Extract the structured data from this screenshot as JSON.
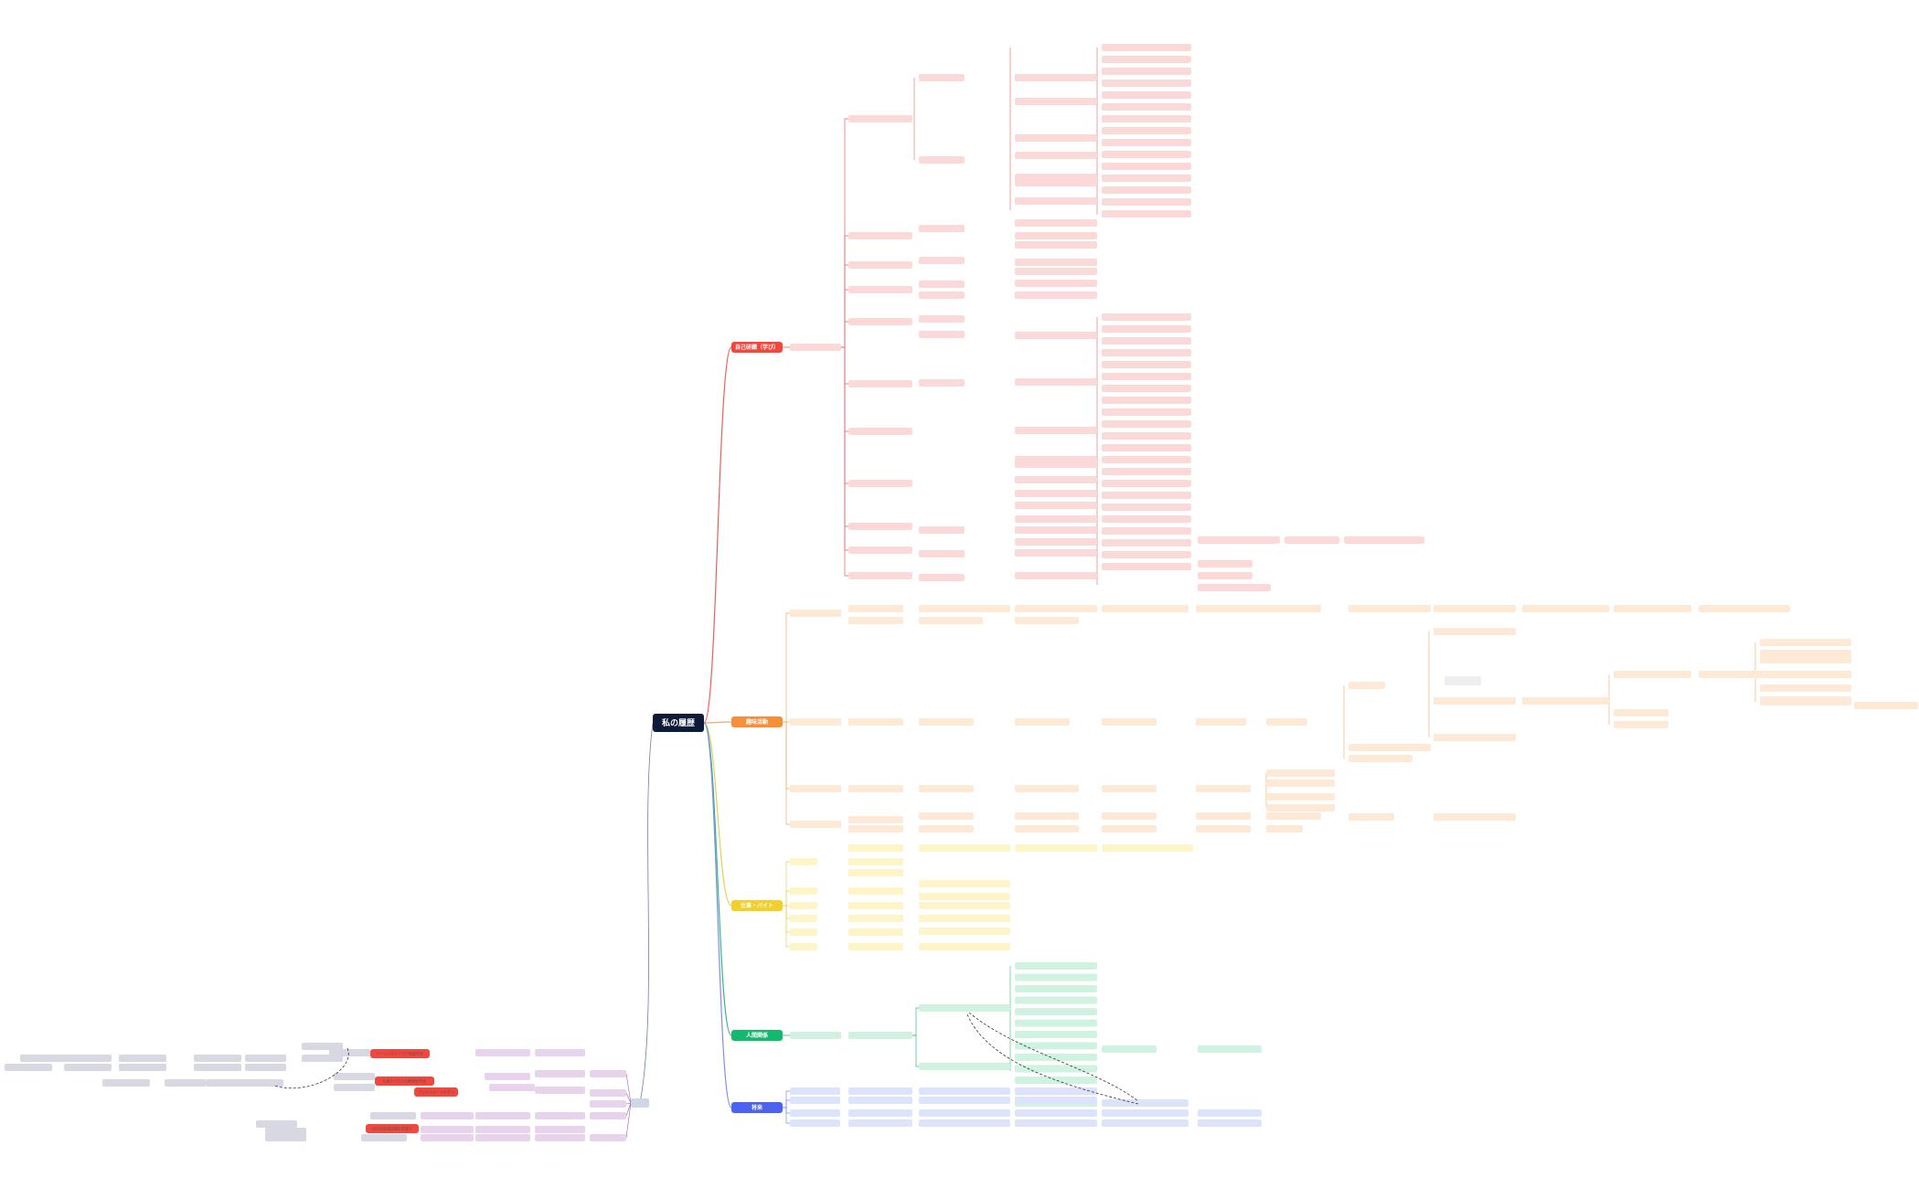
{
  "mindmap": {
    "root": "私の履歴",
    "branches": [
      {
        "id": "b1",
        "title": "自己研鑽（学び）",
        "color": "#f0483e",
        "light": "#fcd9d9",
        "line": "#e8605a"
      },
      {
        "id": "b2",
        "title": "趣味活動",
        "color": "#f4903a",
        "light": "#fde9d6",
        "line": "#f0a868"
      },
      {
        "id": "b3",
        "title": "仕事・バイト",
        "color": "#f2cf2a",
        "light": "#fdf4c8",
        "line": "#e8cd5a"
      },
      {
        "id": "b4",
        "title": "人間関係",
        "color": "#14b86e",
        "light": "#d0f2e1",
        "line": "#35b87c"
      },
      {
        "id": "b5",
        "title": "将来",
        "color": "#4c63f0",
        "light": "#dde3fb",
        "line": "#7d8ef0"
      }
    ],
    "left_branches": [
      {
        "id": "l1",
        "title": "ソーシングアイデア性能予測",
        "color": "#f0483e"
      },
      {
        "id": "l2",
        "title": "仕事アイデアの実現性予測",
        "color": "#f0483e"
      },
      {
        "id": "l3",
        "title": "デジタルカードを学ぶ",
        "color": "#f0483e"
      },
      {
        "id": "l4",
        "title": "自分の成長記録を見直す",
        "color": "#f0483e"
      }
    ]
  }
}
